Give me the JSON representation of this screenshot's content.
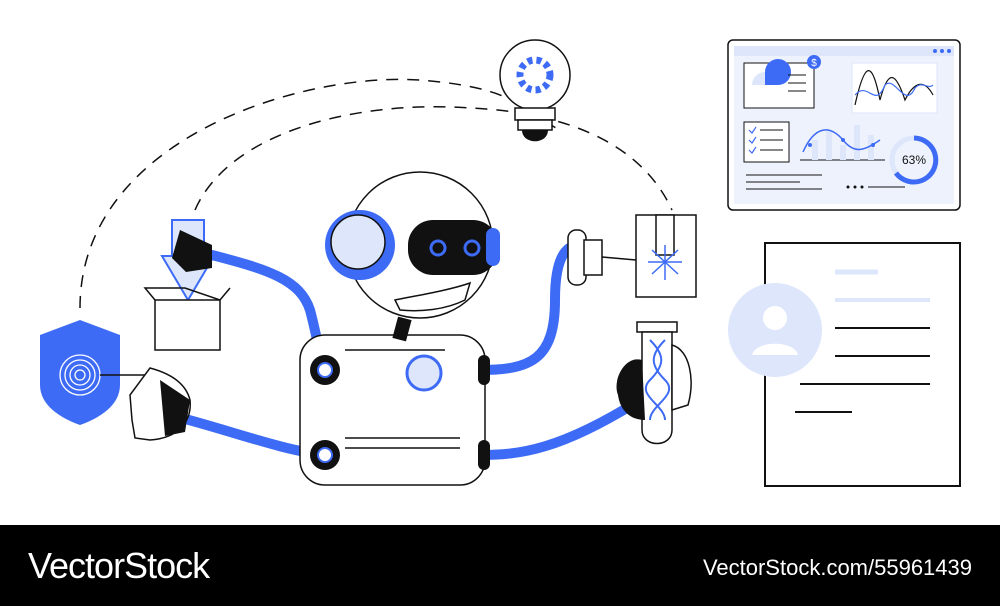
{
  "illustration": {
    "gauge_label": "63%",
    "dollar_badge": "$",
    "colors": {
      "accent": "#3D6BF5",
      "light_accent": "#DDE6FB",
      "ink": "#111111"
    }
  },
  "footer": {
    "brand": "VectorStock",
    "stock_id": "VectorStock.com/55961439"
  }
}
